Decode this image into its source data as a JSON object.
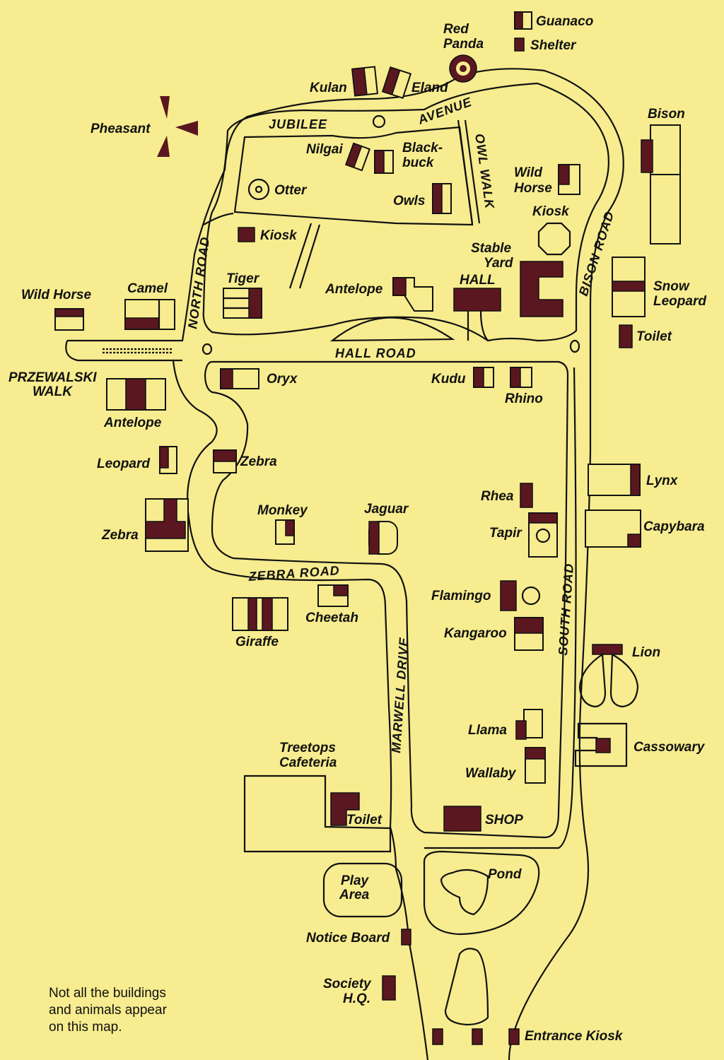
{
  "colors": {
    "background": "#f7ec8f",
    "building": "#5a1720",
    "line": "#111111"
  },
  "roads": {
    "jubilee_1": "JUBILEE",
    "jubilee_2": "AVENUE",
    "owl_walk": "OWL WALK",
    "north_road": "NORTH ROAD",
    "bison_road": "BISON ROAD",
    "hall_road": "HALL ROAD",
    "zebra_road": "ZEBRA ROAD",
    "marwell_drive": "MARWELL DRIVE",
    "south_road": "SOUTH ROAD"
  },
  "labels": {
    "guanaco": "Guanaco",
    "shelter": "Shelter",
    "red_panda_1": "Red",
    "red_panda_2": "Panda",
    "kulan": "Kulan",
    "eland": "Eland",
    "pheasant": "Pheasant",
    "bison": "Bison",
    "nilgai": "Nilgai",
    "blackbuck_1": "Black-",
    "blackbuck_2": "buck",
    "otter": "Otter",
    "owls": "Owls",
    "wild_horse_inner_1": "Wild",
    "wild_horse_inner_2": "Horse",
    "kiosk_east": "Kiosk",
    "kiosk_west": "Kiosk",
    "stable_yard_1": "Stable",
    "stable_yard_2": "Yard",
    "hall": "HALL",
    "antelope_inner": "Antelope",
    "tiger": "Tiger",
    "snow_leopard_1": "Snow",
    "snow_leopard_2": "Leopard",
    "toilet_east": "Toilet",
    "wild_horse_west": "Wild Horse",
    "camel": "Camel",
    "przewalski_1": "PRZEWALSKI",
    "przewalski_2": "WALK",
    "antelope_west": "Antelope",
    "oryx": "Oryx",
    "kudu": "Kudu",
    "rhino": "Rhino",
    "leopard": "Leopard",
    "zebra_inner": "Zebra",
    "lynx": "Lynx",
    "monkey": "Monkey",
    "jaguar": "Jaguar",
    "rhea": "Rhea",
    "tapir": "Tapir",
    "capybara": "Capybara",
    "zebra_west": "Zebra",
    "cheetah": "Cheetah",
    "giraffe": "Giraffe",
    "flamingo": "Flamingo",
    "kangaroo": "Kangaroo",
    "lion": "Lion",
    "llama": "Llama",
    "cassowary": "Cassowary",
    "wallaby": "Wallaby",
    "treetops_1": "Treetops",
    "treetops_2": "Cafeteria",
    "toilet_cafe": "Toilet",
    "shop": "SHOP",
    "pond": "Pond",
    "play_area_1": "Play",
    "play_area_2": "Area",
    "notice_board": "Notice Board",
    "society_hq_1": "Society",
    "society_hq_2": "H.Q.",
    "entrance_kiosk": "Entrance Kiosk"
  },
  "note": {
    "line1": "Not all the buildings",
    "line2": "and animals appear",
    "line3": "on this map."
  }
}
